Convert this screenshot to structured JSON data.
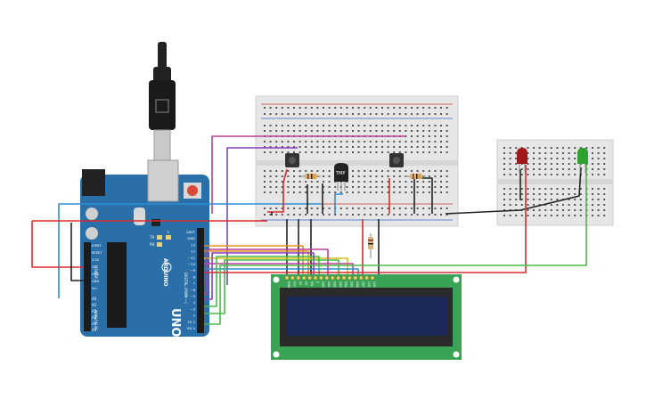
{
  "arduino": {
    "brand": "ARDUINO",
    "model": "UNO",
    "power_header": [
      "IOREF",
      "RESET",
      "3.3V",
      "5V",
      "GND",
      "GND",
      "Vin"
    ],
    "power_title": "POWER",
    "analog_header": [
      "A0",
      "A1",
      "A2",
      "A3",
      "A4",
      "A5"
    ],
    "analog_title": "ANALOG IN",
    "digital_header": [
      "AREF",
      "GND",
      "13",
      "12",
      "~11",
      "~10",
      "~9",
      "8",
      "7",
      "~6",
      "~5",
      "4",
      "~3",
      "2",
      "TX 1",
      "RX 0"
    ],
    "digital_title": "DIGITAL (PWM ~)",
    "tx_label": "TX",
    "rx_label": "RX",
    "led_label": "L"
  },
  "sensor": {
    "label": "TMP"
  },
  "lcd": {
    "pins": [
      "GND",
      "VCC",
      "V0",
      "RS",
      "RW",
      "E",
      "DB0",
      "DB1",
      "DB2",
      "DB3",
      "DB4",
      "DB5",
      "DB6",
      "DB7",
      "LED",
      "LED"
    ]
  },
  "colors": {
    "board": "#2a6fa8",
    "breadboard": "#e6e6e6",
    "lcd_pcb": "#3aa356",
    "lcd_screen": "#1c2a5a",
    "wire_red": "#d92b2b",
    "wire_black": "#222222",
    "wire_purple": "#8a3fc1",
    "wire_magenta": "#c13d9b",
    "wire_orange": "#e0901e",
    "wire_yellow": "#d6c21c",
    "wire_green": "#4bb84b",
    "wire_blue": "#2d8fd6",
    "wire_teal": "#36b3b3"
  }
}
